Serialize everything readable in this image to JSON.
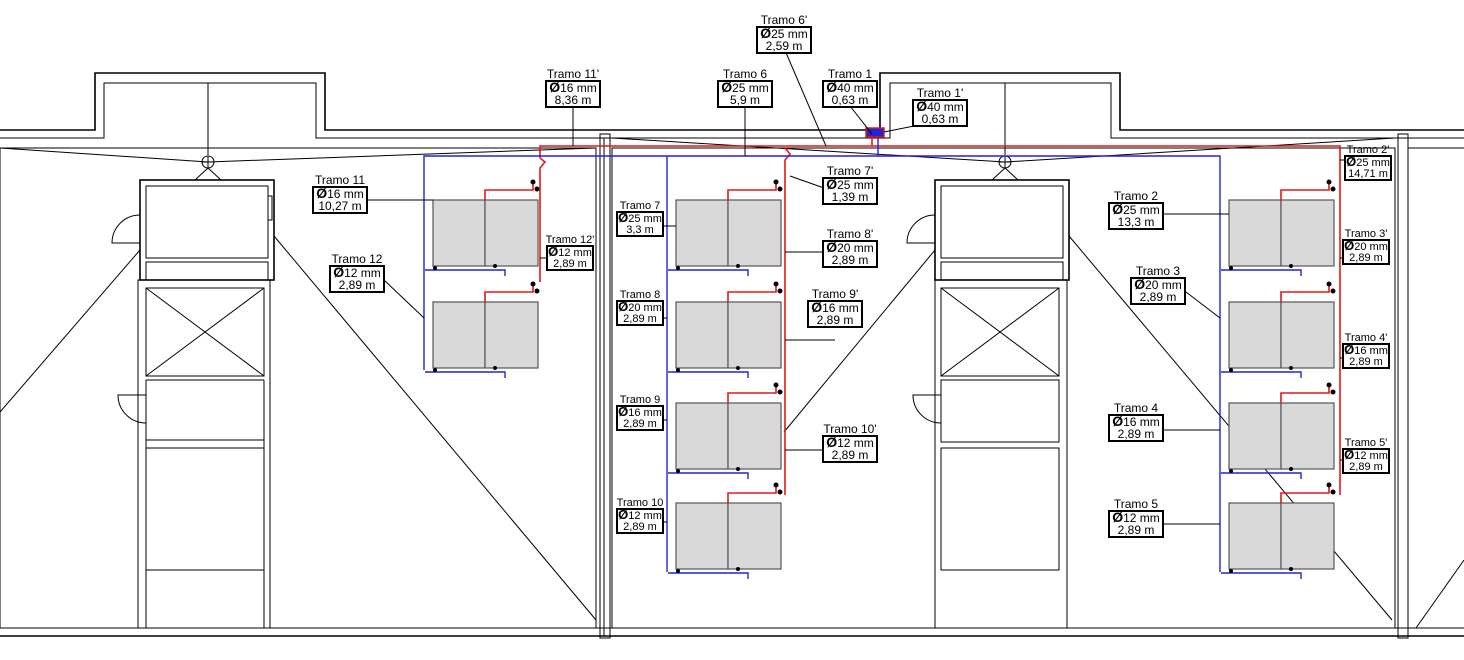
{
  "diameter_symbol": "Ø",
  "colors": {
    "supply": "#e21818",
    "return": "#1f24d6",
    "radiator": "#d9d9d9"
  },
  "tramos": [
    {
      "id": "t6p",
      "name": "Tramo 6'",
      "diameter": "25 mm",
      "length": "2,59 m"
    },
    {
      "id": "t11p",
      "name": "Tramo 11'",
      "diameter": "16 mm",
      "length": "8,36 m"
    },
    {
      "id": "t6",
      "name": "Tramo 6",
      "diameter": "25 mm",
      "length": "5,9 m"
    },
    {
      "id": "t1",
      "name": "Tramo 1",
      "diameter": "40 mm",
      "length": "0,63 m"
    },
    {
      "id": "t1p",
      "name": "Tramo 1'",
      "diameter": "40 mm",
      "length": "0,63 m"
    },
    {
      "id": "t2p",
      "name": "Tramo 2'",
      "diameter": "25 mm",
      "length": "14,71 m"
    },
    {
      "id": "t11",
      "name": "Tramo 11",
      "diameter": "16 mm",
      "length": "10,27 m"
    },
    {
      "id": "t7p",
      "name": "Tramo 7'",
      "diameter": "25 mm",
      "length": "1,39 m"
    },
    {
      "id": "t2",
      "name": "Tramo 2",
      "diameter": "25 mm",
      "length": "13,3 m"
    },
    {
      "id": "t7",
      "name": "Tramo 7",
      "diameter": "25 mm",
      "length": "3,3 m"
    },
    {
      "id": "t12p",
      "name": "Tramo 12'",
      "diameter": "12 mm",
      "length": "2,89 m"
    },
    {
      "id": "t8p",
      "name": "Tramo 8'",
      "diameter": "20 mm",
      "length": "2,89 m"
    },
    {
      "id": "t3p",
      "name": "Tramo 3'",
      "diameter": "20 mm",
      "length": "2,89 m"
    },
    {
      "id": "t12",
      "name": "Tramo 12",
      "diameter": "12 mm",
      "length": "2,89 m"
    },
    {
      "id": "t3",
      "name": "Tramo 3",
      "diameter": "20 mm",
      "length": "2,89 m"
    },
    {
      "id": "t8",
      "name": "Tramo 8",
      "diameter": "20 mm",
      "length": "2,89 m"
    },
    {
      "id": "t9p",
      "name": "Tramo 9'",
      "diameter": "16 mm",
      "length": "2,89 m"
    },
    {
      "id": "t4p",
      "name": "Tramo 4'",
      "diameter": "16 mm",
      "length": "2,89 m"
    },
    {
      "id": "t9",
      "name": "Tramo 9",
      "diameter": "16 mm",
      "length": "2,89 m"
    },
    {
      "id": "t4",
      "name": "Tramo 4",
      "diameter": "16 mm",
      "length": "2,89 m"
    },
    {
      "id": "t10p",
      "name": "Tramo 10'",
      "diameter": "12 mm",
      "length": "2,89 m"
    },
    {
      "id": "t5p",
      "name": "Tramo 5'",
      "diameter": "12 mm",
      "length": "2,89 m"
    },
    {
      "id": "t10",
      "name": "Tramo 10",
      "diameter": "12 mm",
      "length": "2,89 m"
    },
    {
      "id": "t5",
      "name": "Tramo 5",
      "diameter": "12 mm",
      "length": "2,89 m"
    }
  ]
}
